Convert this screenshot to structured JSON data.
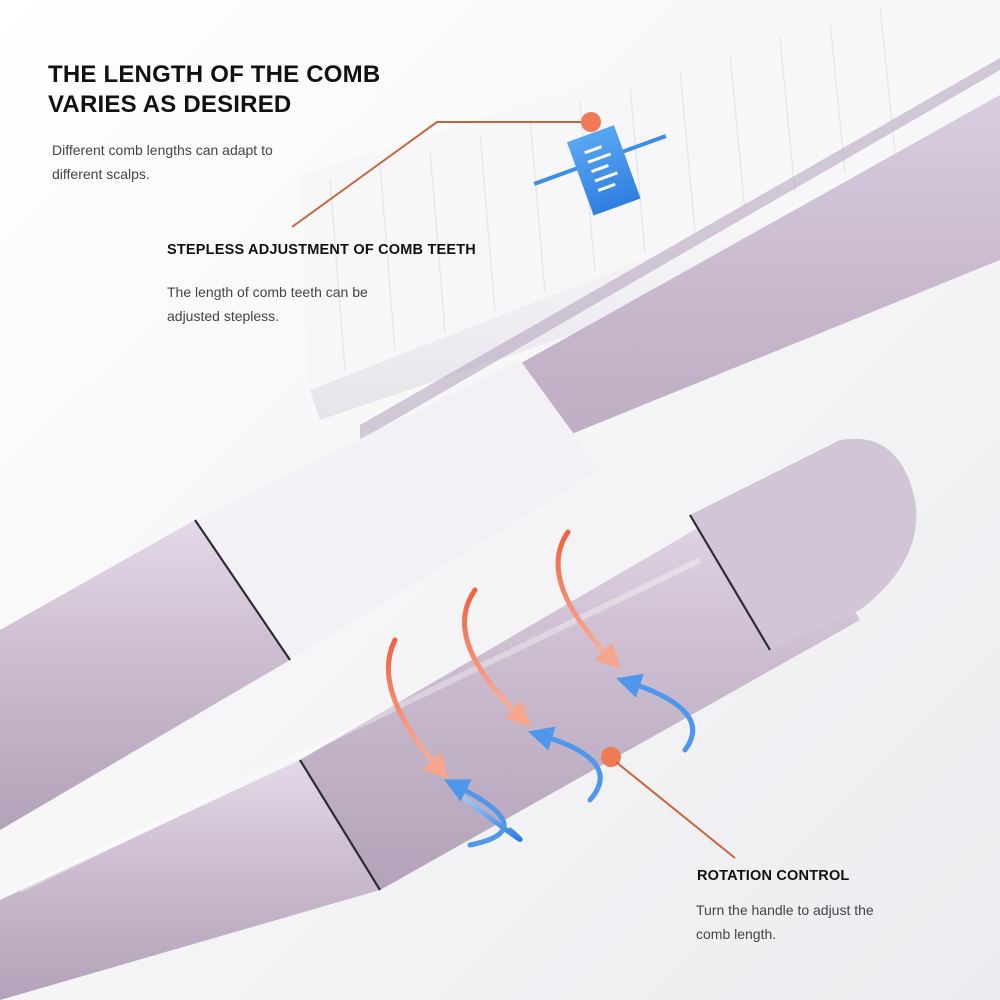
{
  "headline": {
    "line1": "THE LENGTH OF THE COMB",
    "line2": "VARIES AS DESIRED"
  },
  "intro": {
    "line1": "Different comb lengths can adapt to",
    "line2": "different scalps."
  },
  "feature_stepless": {
    "title": "STEPLESS ADJUSTMENT OF COMB TEETH",
    "line1": "The length of comb teeth can be",
    "line2": "adjusted stepless."
  },
  "feature_rotation": {
    "title": "ROTATION CONTROL",
    "line1": "Turn the handle to adjust the",
    "line2": "comb length."
  },
  "colors": {
    "handle_purple": "#cbbccf",
    "accent_orange": "#f07a55",
    "accent_blue": "#3f8ee6",
    "leader_line": "#c8643a",
    "background": "#f4f4f6"
  },
  "icons": [
    "comb-teeth-length-icon",
    "rotation-arrows-icon"
  ]
}
